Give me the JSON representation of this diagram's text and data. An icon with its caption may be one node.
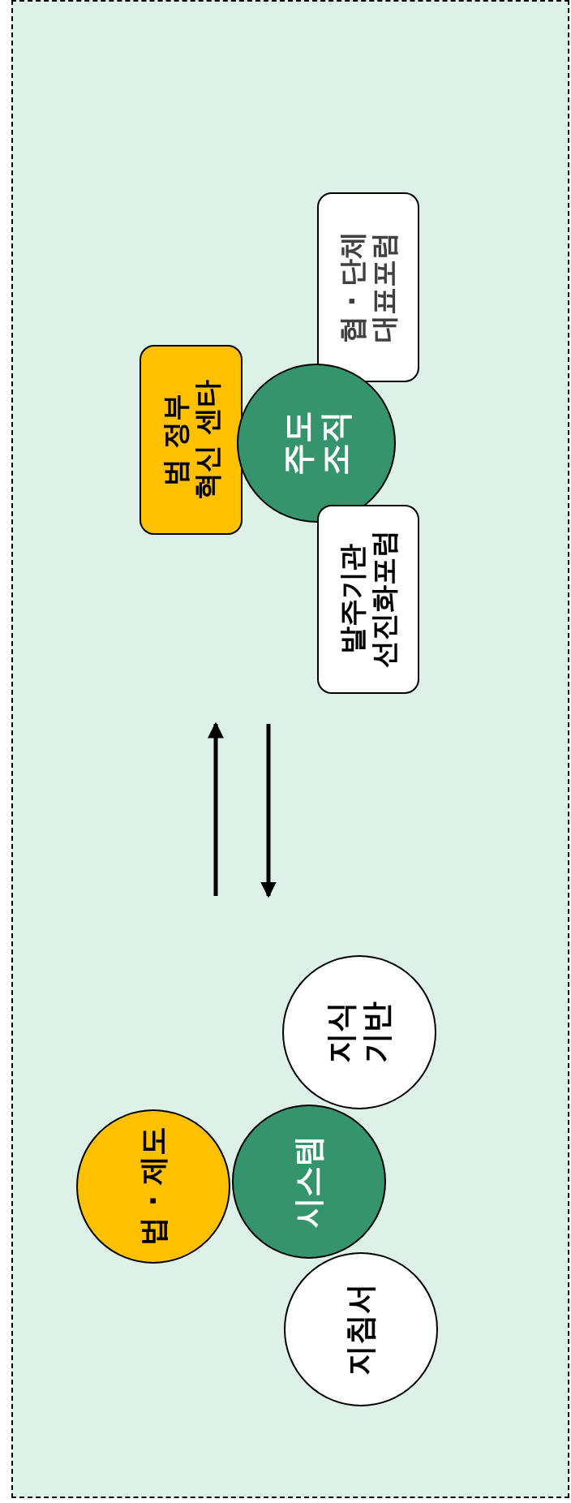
{
  "diagram": {
    "nodes": [
      {
        "text": [
          "협 · 단체 대표포럼"
        ]
      },
      {
        "text": [
          "범 정부 혁신 센타"
        ]
      },
      {
        "text": [
          "주도 조직"
        ]
      },
      {
        "text": [
          "발주기관 선진화포럼"
        ]
      },
      {
        "text": [
          "지식 기반"
        ]
      },
      {
        "text": [
          "법 · 제도"
        ]
      },
      {
        "text": [
          "시스템"
        ]
      },
      {
        "text": [
          "지침서"
        ]
      }
    ]
  }
}
